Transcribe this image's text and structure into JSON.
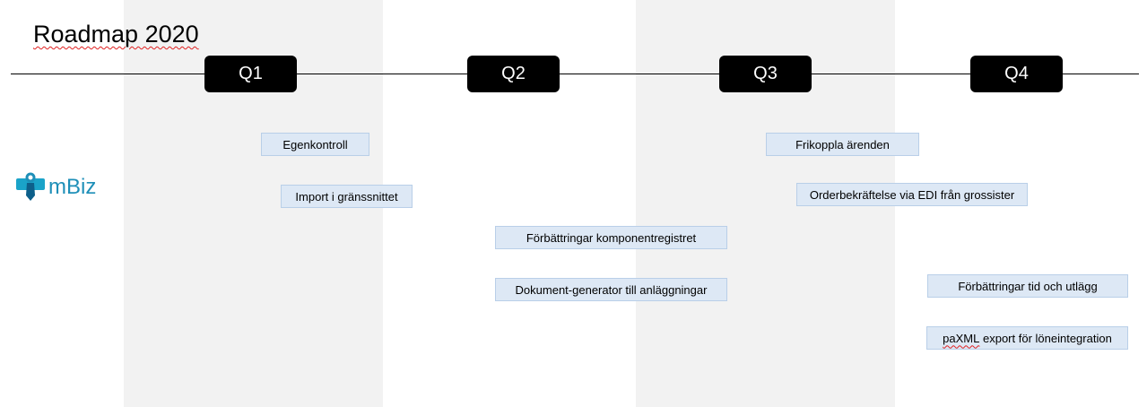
{
  "title": "Roadmap 2020",
  "quarters": [
    "Q1",
    "Q2",
    "Q3",
    "Q4"
  ],
  "logo": {
    "text": "mBiz",
    "color": "#1e8fb8"
  },
  "items": [
    "Egenkontroll",
    "Import i gränssnittet",
    "Förbättringar komponentregistret",
    "Dokument-generator till anläggningar",
    "Frikoppla ärenden",
    "Orderbekräftelse via EDI från grossister",
    "Förbättringar tid och utlägg",
    {
      "prefix": "paXML",
      "rest": " export för löneintegration"
    }
  ],
  "colors": {
    "quarter_bg": "#000000",
    "item_bg": "#dde8f5",
    "item_border": "#b9cfe8",
    "band_bg": "#f2f2f2"
  }
}
